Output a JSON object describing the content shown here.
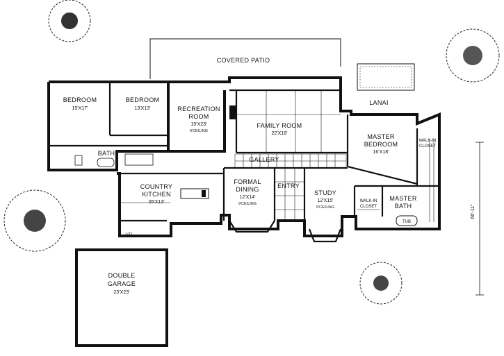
{
  "rooms": {
    "covered_patio": {
      "name": "COVERED PATIO"
    },
    "lanai": {
      "name": "LANAI"
    },
    "bedroom_1": {
      "name": "BEDROOM",
      "dims": "15'X17'"
    },
    "bedroom_2": {
      "name": "BEDROOM",
      "dims": "13'X13'"
    },
    "bath": {
      "name": "BATH"
    },
    "recreation_room": {
      "name_line1": "RECREATION",
      "name_line2": "ROOM",
      "dims": "15'X23'",
      "note": "9'CEILING"
    },
    "family_room": {
      "name": "FAMILY ROOM",
      "dims": "22'X18'"
    },
    "master_bedroom": {
      "name_line1": "MASTER",
      "name_line2": "BEDROOM",
      "dims": "16'X18'"
    },
    "walk_in_closet_1": {
      "line1": "WALK-IN",
      "line2": "CLOSET"
    },
    "walk_in_closet_2": {
      "line1": "WALK-IN",
      "line2": "CLOSET"
    },
    "gallery": {
      "name": "GALLERY"
    },
    "country_kitchen": {
      "name_line1": "COUNTRY",
      "name_line2": "KITCHEN",
      "dims": "26'X13'"
    },
    "formal_dining": {
      "name_line1": "FORMAL",
      "name_line2": "DINING",
      "dims": "12'X14'",
      "note": "9'CEILING"
    },
    "entry": {
      "name": "ENTRY"
    },
    "study": {
      "name": "STUDY",
      "dims": "12'X15'",
      "note": "9'CEILING"
    },
    "master_bath": {
      "name_line1": "MASTER",
      "name_line2": "BATH"
    },
    "tub": {
      "name": "TUB"
    },
    "utility": {
      "name": "UTL"
    },
    "double_garage": {
      "name_line1": "DOUBLE",
      "name_line2": "GARAGE",
      "dims": "23'X23'"
    }
  },
  "dimension_label": "66'-11\""
}
